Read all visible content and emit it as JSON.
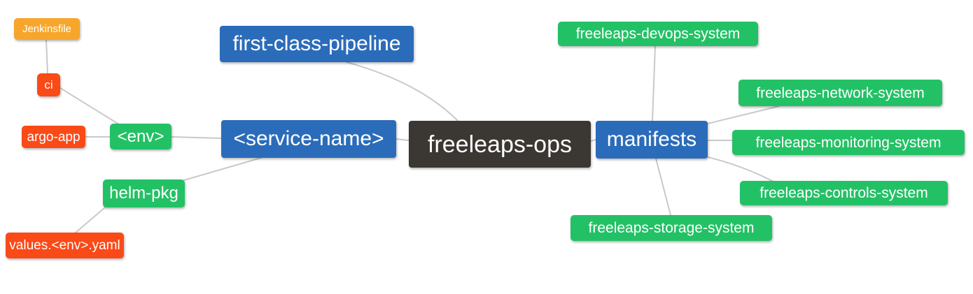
{
  "palette": {
    "blue": "#2b6cba",
    "green": "#23c165",
    "red_orange": "#fa4a17",
    "amber": "#f7a62b",
    "dark": "#3b3733",
    "edge_gray": "#c9c9c9",
    "text": "#ffffff",
    "background": "#ffffff"
  },
  "mindmap": {
    "nodes": {
      "freeleaps_ops": {
        "label": "freeleaps-ops",
        "color": "dark",
        "role": "root"
      },
      "first_class_pipeline": {
        "label": "first-class-pipeline",
        "color": "blue",
        "role": "branch"
      },
      "service_name": {
        "label": "<service-name>",
        "color": "blue",
        "role": "branch"
      },
      "manifests": {
        "label": "manifests",
        "color": "blue",
        "role": "branch"
      },
      "env": {
        "label": "<env>",
        "color": "green",
        "role": "child"
      },
      "helm_pkg": {
        "label": "helm-pkg",
        "color": "green",
        "role": "child"
      },
      "ci": {
        "label": "ci",
        "color": "red",
        "role": "leaf"
      },
      "jenkinsfile": {
        "label": "Jenkinsfile",
        "color": "orange",
        "role": "leaf"
      },
      "argo_app": {
        "label": "argo-app",
        "color": "red",
        "role": "leaf"
      },
      "values_env_yaml": {
        "label": "values.<env>.yaml",
        "color": "red",
        "role": "leaf"
      },
      "devops_system": {
        "label": "freeleaps-devops-system",
        "color": "green",
        "role": "child"
      },
      "network_system": {
        "label": "freeleaps-network-system",
        "color": "green",
        "role": "child"
      },
      "monitoring_system": {
        "label": "freeleaps-monitoring-system",
        "color": "green",
        "role": "child"
      },
      "controls_system": {
        "label": "freeleaps-controls-system",
        "color": "green",
        "role": "child"
      },
      "storage_system": {
        "label": "freeleaps-storage-system",
        "color": "green",
        "role": "child"
      }
    },
    "edges": [
      [
        "jenkinsfile",
        "ci"
      ],
      [
        "ci",
        "env"
      ],
      [
        "argo_app",
        "env"
      ],
      [
        "env",
        "service_name"
      ],
      [
        "service_name",
        "helm_pkg"
      ],
      [
        "helm_pkg",
        "values_env_yaml"
      ],
      [
        "first_class_pipeline",
        "freeleaps_ops"
      ],
      [
        "service_name",
        "freeleaps_ops"
      ],
      [
        "freeleaps_ops",
        "manifests"
      ],
      [
        "manifests",
        "devops_system"
      ],
      [
        "manifests",
        "network_system"
      ],
      [
        "manifests",
        "monitoring_system"
      ],
      [
        "manifests",
        "controls_system"
      ],
      [
        "manifests",
        "storage_system"
      ]
    ]
  }
}
